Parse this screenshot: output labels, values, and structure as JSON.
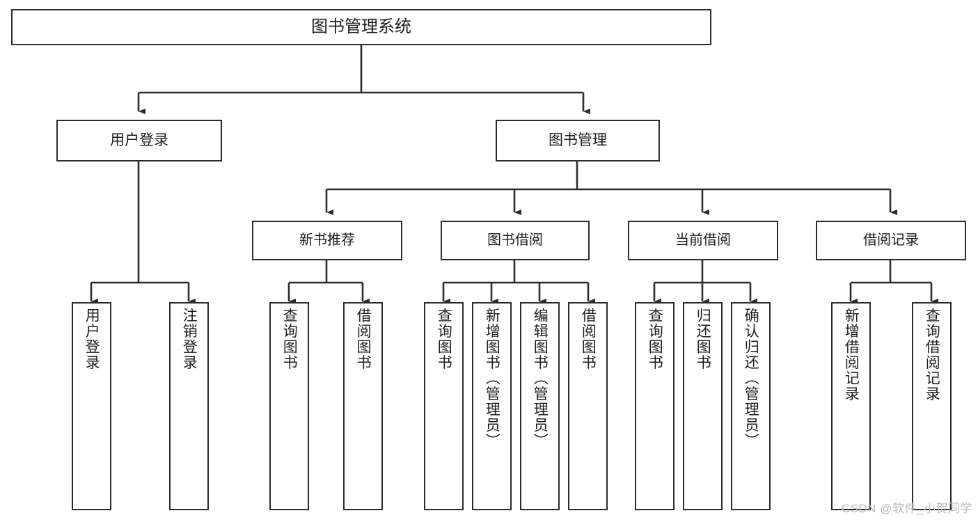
{
  "diagram": {
    "title": "图书管理系统",
    "type": "tree-hierarchy",
    "background_color": "#ffffff",
    "border_color": "#2b2b2b",
    "text_color": "#1c1c1c"
  },
  "root": {
    "label": "图书管理系统"
  },
  "level1": [
    {
      "label": "用户登录"
    },
    {
      "label": "图书管理"
    }
  ],
  "level2": [
    {
      "label": "新书推荐"
    },
    {
      "label": "图书借阅"
    },
    {
      "label": "当前借阅"
    },
    {
      "label": "借阅记录"
    }
  ],
  "leaves": {
    "user_login": [
      {
        "label": "用户登录"
      },
      {
        "label": "注销登录"
      }
    ],
    "new_book_recommend": [
      {
        "label": "查询图书"
      },
      {
        "label": "借阅图书"
      }
    ],
    "book_borrow": [
      {
        "label": "查询图书"
      },
      {
        "label": "新增图书（管理员）"
      },
      {
        "label": "编辑图书（管理员）"
      },
      {
        "label": "借阅图书"
      }
    ],
    "current_borrow": [
      {
        "label": "查询图书"
      },
      {
        "label": "归还图书"
      },
      {
        "label": "确认归还（管理员）"
      }
    ],
    "borrow_record": [
      {
        "label": "新增借阅记录"
      },
      {
        "label": "查询借阅记录"
      }
    ]
  },
  "watermark": {
    "text": "CSDN @软件_小贺同学",
    "color": "#b9b9b9"
  }
}
